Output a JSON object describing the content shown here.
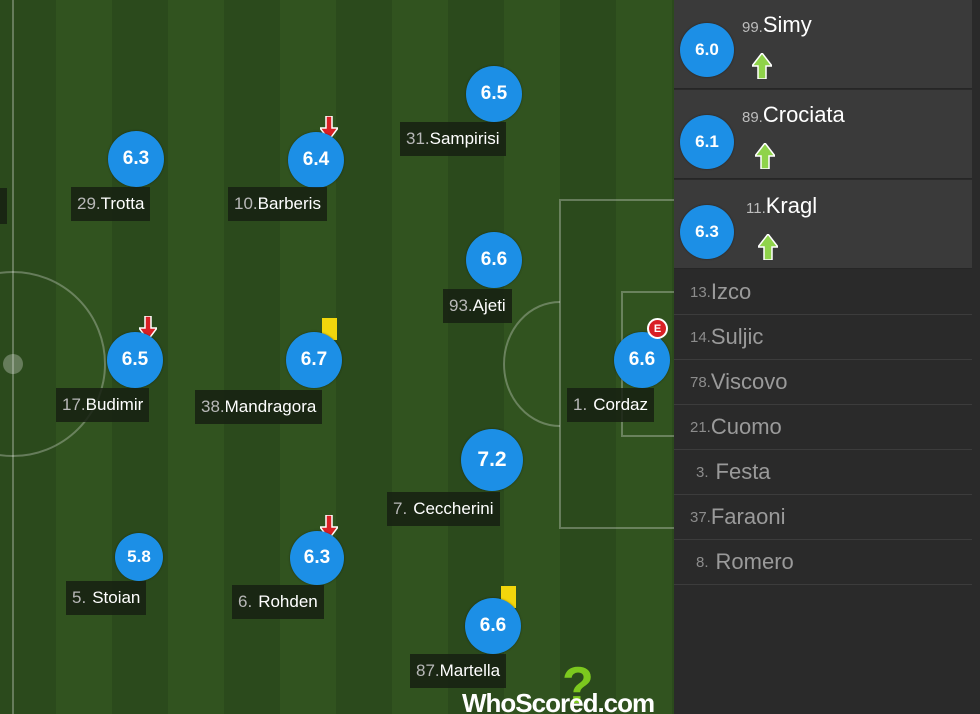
{
  "pitch": {
    "players": [
      {
        "id": "trotta",
        "number": "29.",
        "name": "Trotta",
        "rating": "6.3"
      },
      {
        "id": "barberis",
        "number": "10.",
        "name": "Barberis",
        "rating": "6.4",
        "subbed_off": true
      },
      {
        "id": "sampirisi",
        "number": "31.",
        "name": "Sampirisi",
        "rating": "6.5"
      },
      {
        "id": "ajeti",
        "number": "93.",
        "name": "Ajeti",
        "rating": "6.6"
      },
      {
        "id": "budimir",
        "number": "17.",
        "name": "Budimir",
        "rating": "6.5",
        "subbed_off": true
      },
      {
        "id": "mandragora",
        "number": "38.",
        "name": "Mandragora",
        "rating": "6.7",
        "yellow_card": true
      },
      {
        "id": "cordaz",
        "number": "1.",
        "name": "Cordaz",
        "rating": "6.6",
        "badge": "E"
      },
      {
        "id": "ceccherini",
        "number": "7.",
        "name": "Ceccherini",
        "rating": "7.2"
      },
      {
        "id": "stoian",
        "number": "5.",
        "name": "Stoian",
        "rating": "5.8"
      },
      {
        "id": "rohden",
        "number": "6.",
        "name": "Rohden",
        "rating": "6.3",
        "subbed_off": true
      },
      {
        "id": "martella",
        "number": "87.",
        "name": "Martella",
        "rating": "6.6",
        "yellow_card": true
      }
    ],
    "logo_text": "WhoScored.com",
    "logo_mark": "?"
  },
  "bench": {
    "substitutes_used": [
      {
        "number": "99.",
        "name": "Simy",
        "rating": "6.0"
      },
      {
        "number": "89.",
        "name": "Crociata",
        "rating": "6.1"
      },
      {
        "number": "11.",
        "name": "Kragl",
        "rating": "6.3"
      }
    ],
    "unused": [
      {
        "number": "13.",
        "name": "Izco"
      },
      {
        "number": "14.",
        "name": "Suljic"
      },
      {
        "number": "78.",
        "name": "Viscovo"
      },
      {
        "number": "21.",
        "name": "Cuomo"
      },
      {
        "number": "3.",
        "name": "Festa"
      },
      {
        "number": "37.",
        "name": "Faraoni"
      },
      {
        "number": "8.",
        "name": "Romero"
      }
    ]
  },
  "colors": {
    "rating_blue": "#1c8fe6",
    "sub_off_red": "#d91f25",
    "sub_on_green": "#8fd34a",
    "yellow_card": "#f2d60c"
  },
  "icons": {
    "sub_off": "arrow-down-icon",
    "sub_on": "arrow-up-icon",
    "yellow_card": "yellow-card-icon",
    "badge": "e-badge-icon"
  }
}
